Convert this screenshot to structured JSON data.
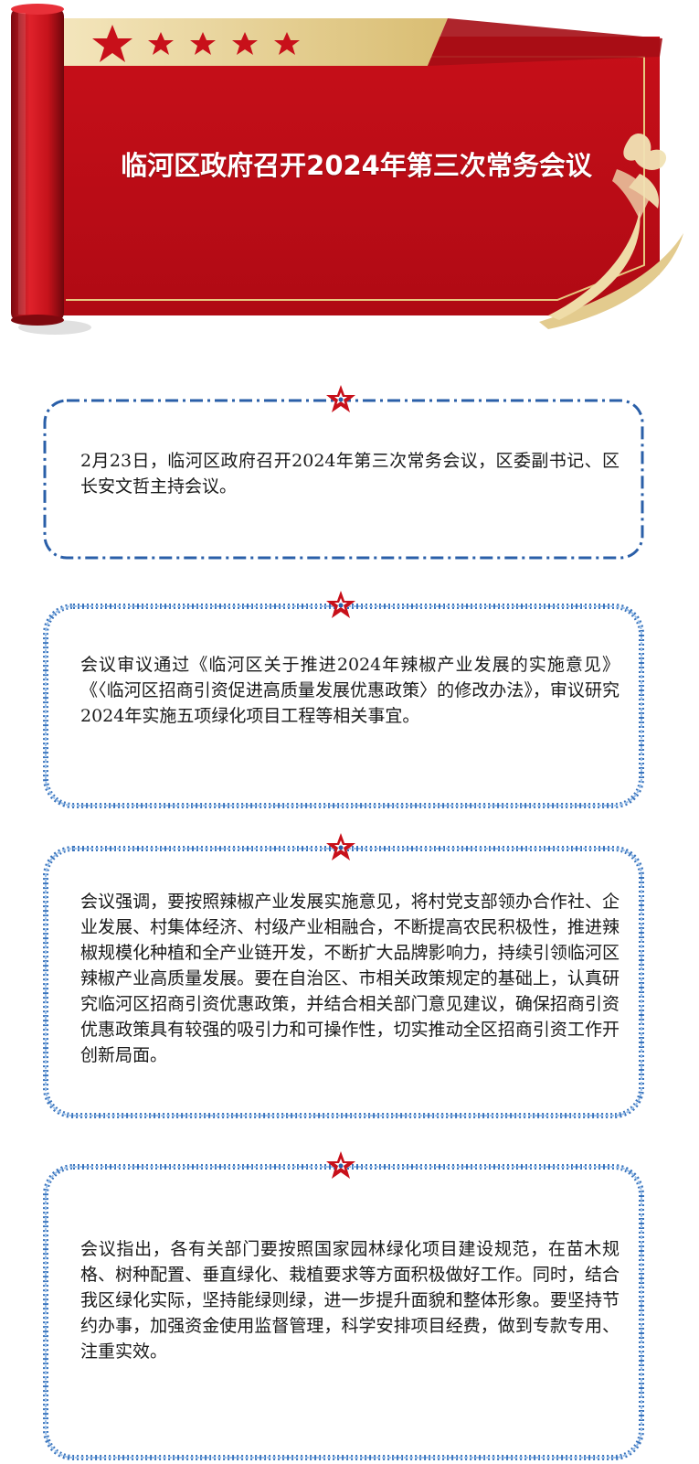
{
  "banner": {
    "title": "临河区政府召开2024年第三次常务会议",
    "colors": {
      "red": "#c8101a",
      "dark_red": "#9e0a12",
      "gold": "#e8d39a"
    }
  },
  "cards": [
    {
      "text": "2月23日，临河区政府召开2024年第三次常务会议，区委副书记、区长安文哲主持会议。"
    },
    {
      "text": "会议审议通过《临河区关于推进2024年辣椒产业发展的实施意见》《〈临河区招商引资促进高质量发展优惠政策〉的修改办法》，审议研究2024年实施五项绿化项目工程等相关事宜。"
    },
    {
      "text": "会议强调，要按照辣椒产业发展实施意见，将村党支部领办合作社、企业发展、村集体经济、村级产业相融合，不断提高农民积极性，推进辣椒规模化种植和全产业链开发，不断扩大品牌影响力，持续引领临河区辣椒产业高质量发展。要在自治区、市相关政策规定的基础上，认真研究临河区招商引资优惠政策，并结合相关部门意见建议，确保招商引资优惠政策具有较强的吸引力和可操作性，切实推动全区招商引资工作开创新局面。"
    },
    {
      "text": "会议指出，各有关部门要按照国家园林绿化项目建设规范，在苗木规格、树种配置、垂直绿化、栽植要求等方面积极做好工作。同时，结合我区绿化实际，坚持能绿则绿，进一步提升面貌和整体形象。要坚持节约办事，加强资金使用监督管理，科学安排项目经费，做到专款专用、注重实效。"
    }
  ],
  "icons": {
    "badge": "red-star-badge-icon",
    "banner_stars": "gold-star-icon"
  },
  "frame_color": "#2a5fa8"
}
